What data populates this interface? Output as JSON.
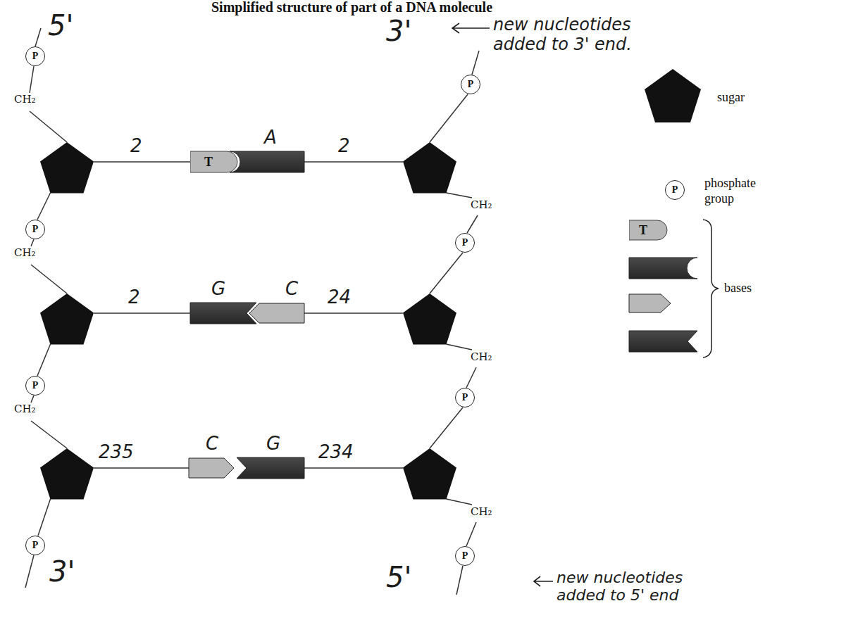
{
  "diagram": {
    "title": "Simplified structure of part of a DNA molecule",
    "nodes": [
      {
        "text": [
          "P"
        ]
      },
      {
        "text": [
          "P"
        ]
      },
      {
        "text": [
          "T"
        ]
      },
      {
        "text": [
          "P"
        ]
      },
      {
        "text": [
          "P"
        ]
      },
      {
        "text": [
          "P"
        ]
      },
      {
        "text": [
          "P"
        ]
      },
      {
        "text": [
          "P"
        ]
      },
      {
        "text": [
          "P"
        ]
      },
      {
        "text": [
          "T"
        ]
      },
      {
        "text": [
          "P"
        ]
      }
    ],
    "labels": [
      "5'",
      "3'",
      "new nucleotides added to 3' end.",
      "CH₂",
      "CH₂",
      "2",
      "A",
      "2",
      "CH₂",
      "CH₂",
      "2",
      "G",
      "C",
      "24",
      "CH₂",
      "CH₂",
      "235",
      "C",
      "G",
      "234",
      "3'",
      "5'",
      "new nucleotides added to 5' end"
    ],
    "legend": [
      {
        "text": "sugar"
      },
      {
        "text": "phosphate group"
      },
      {
        "text": "bases"
      }
    ]
  }
}
